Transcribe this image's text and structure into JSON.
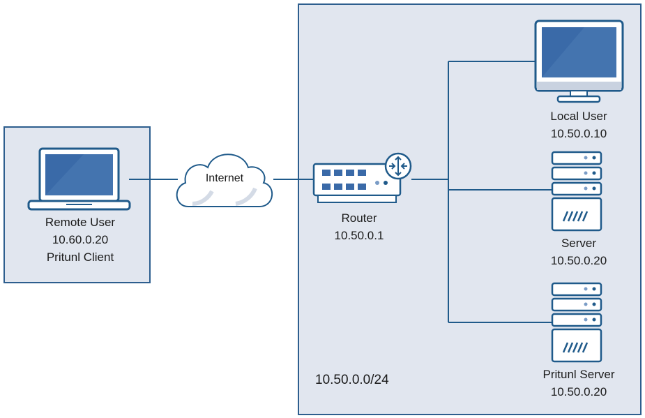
{
  "remote_user": {
    "name": "Remote User",
    "ip": "10.60.0.20",
    "client": "Pritunl Client"
  },
  "internet": {
    "label": "Internet"
  },
  "router": {
    "name": "Router",
    "ip": "10.50.0.1"
  },
  "local_user": {
    "name": "Local User",
    "ip": "10.50.0.10"
  },
  "server": {
    "name": "Server",
    "ip": "10.50.0.20"
  },
  "pritunl_server": {
    "name": "Pritunl Server",
    "ip": "10.50.0.20"
  },
  "subnet": {
    "label": "10.50.0.0/24"
  },
  "colors": {
    "line": "#1f5a8a",
    "box_fill": "#e1e6ef",
    "device_fill": "#3a6aa8",
    "device_light": "#ffffff"
  }
}
